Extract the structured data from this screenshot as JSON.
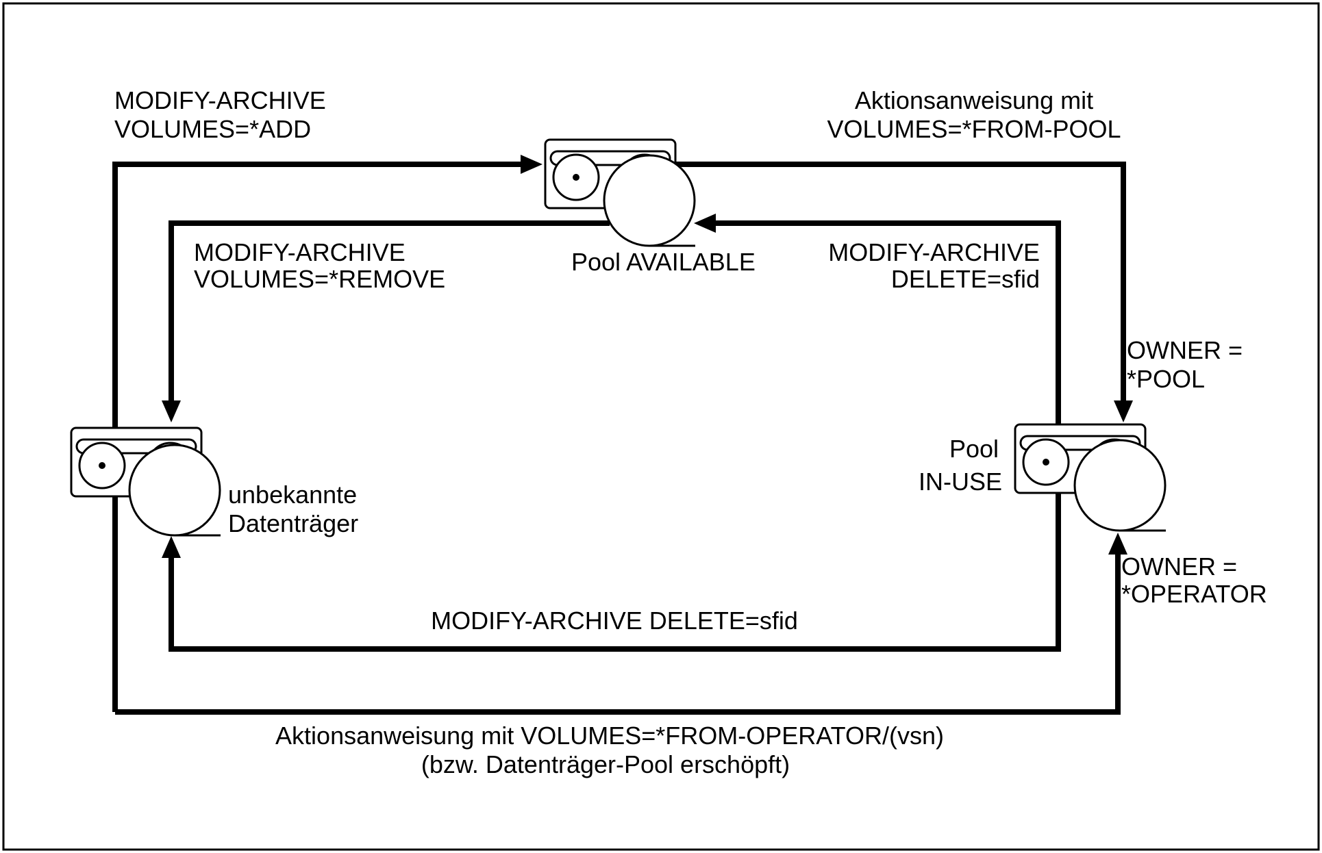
{
  "diagram": {
    "nodes": {
      "pool_available": {
        "label": "Pool AVAILABLE"
      },
      "unknown_volumes": {
        "label_line1": "unbekannte",
        "label_line2": "Datenträger"
      },
      "pool_in_use": {
        "label_line1": "Pool",
        "label_line2": "IN-USE"
      }
    },
    "edges": {
      "add": {
        "line1": "MODIFY-ARCHIVE",
        "line2": "VOLUMES=*ADD"
      },
      "from_pool": {
        "line1": "Aktionsanweisung mit",
        "line2": "VOLUMES=*FROM-POOL"
      },
      "remove": {
        "line1": "MODIFY-ARCHIVE",
        "line2": "VOLUMES=*REMOVE"
      },
      "delete_to_pool": {
        "line1": "MODIFY-ARCHIVE",
        "line2": "DELETE=sfid"
      },
      "owner_pool": {
        "line1": "OWNER =",
        "line2": "*POOL"
      },
      "owner_operator": {
        "line1": "OWNER =",
        "line2": "*OPERATOR"
      },
      "delete_to_unknown": {
        "line1": "MODIFY-ARCHIVE DELETE=sfid"
      },
      "from_operator": {
        "line1": "Aktionsanweisung mit VOLUMES=*FROM-OPERATOR/(vsn)",
        "line2": "(bzw. Datenträger-Pool erschöpft)"
      }
    }
  }
}
